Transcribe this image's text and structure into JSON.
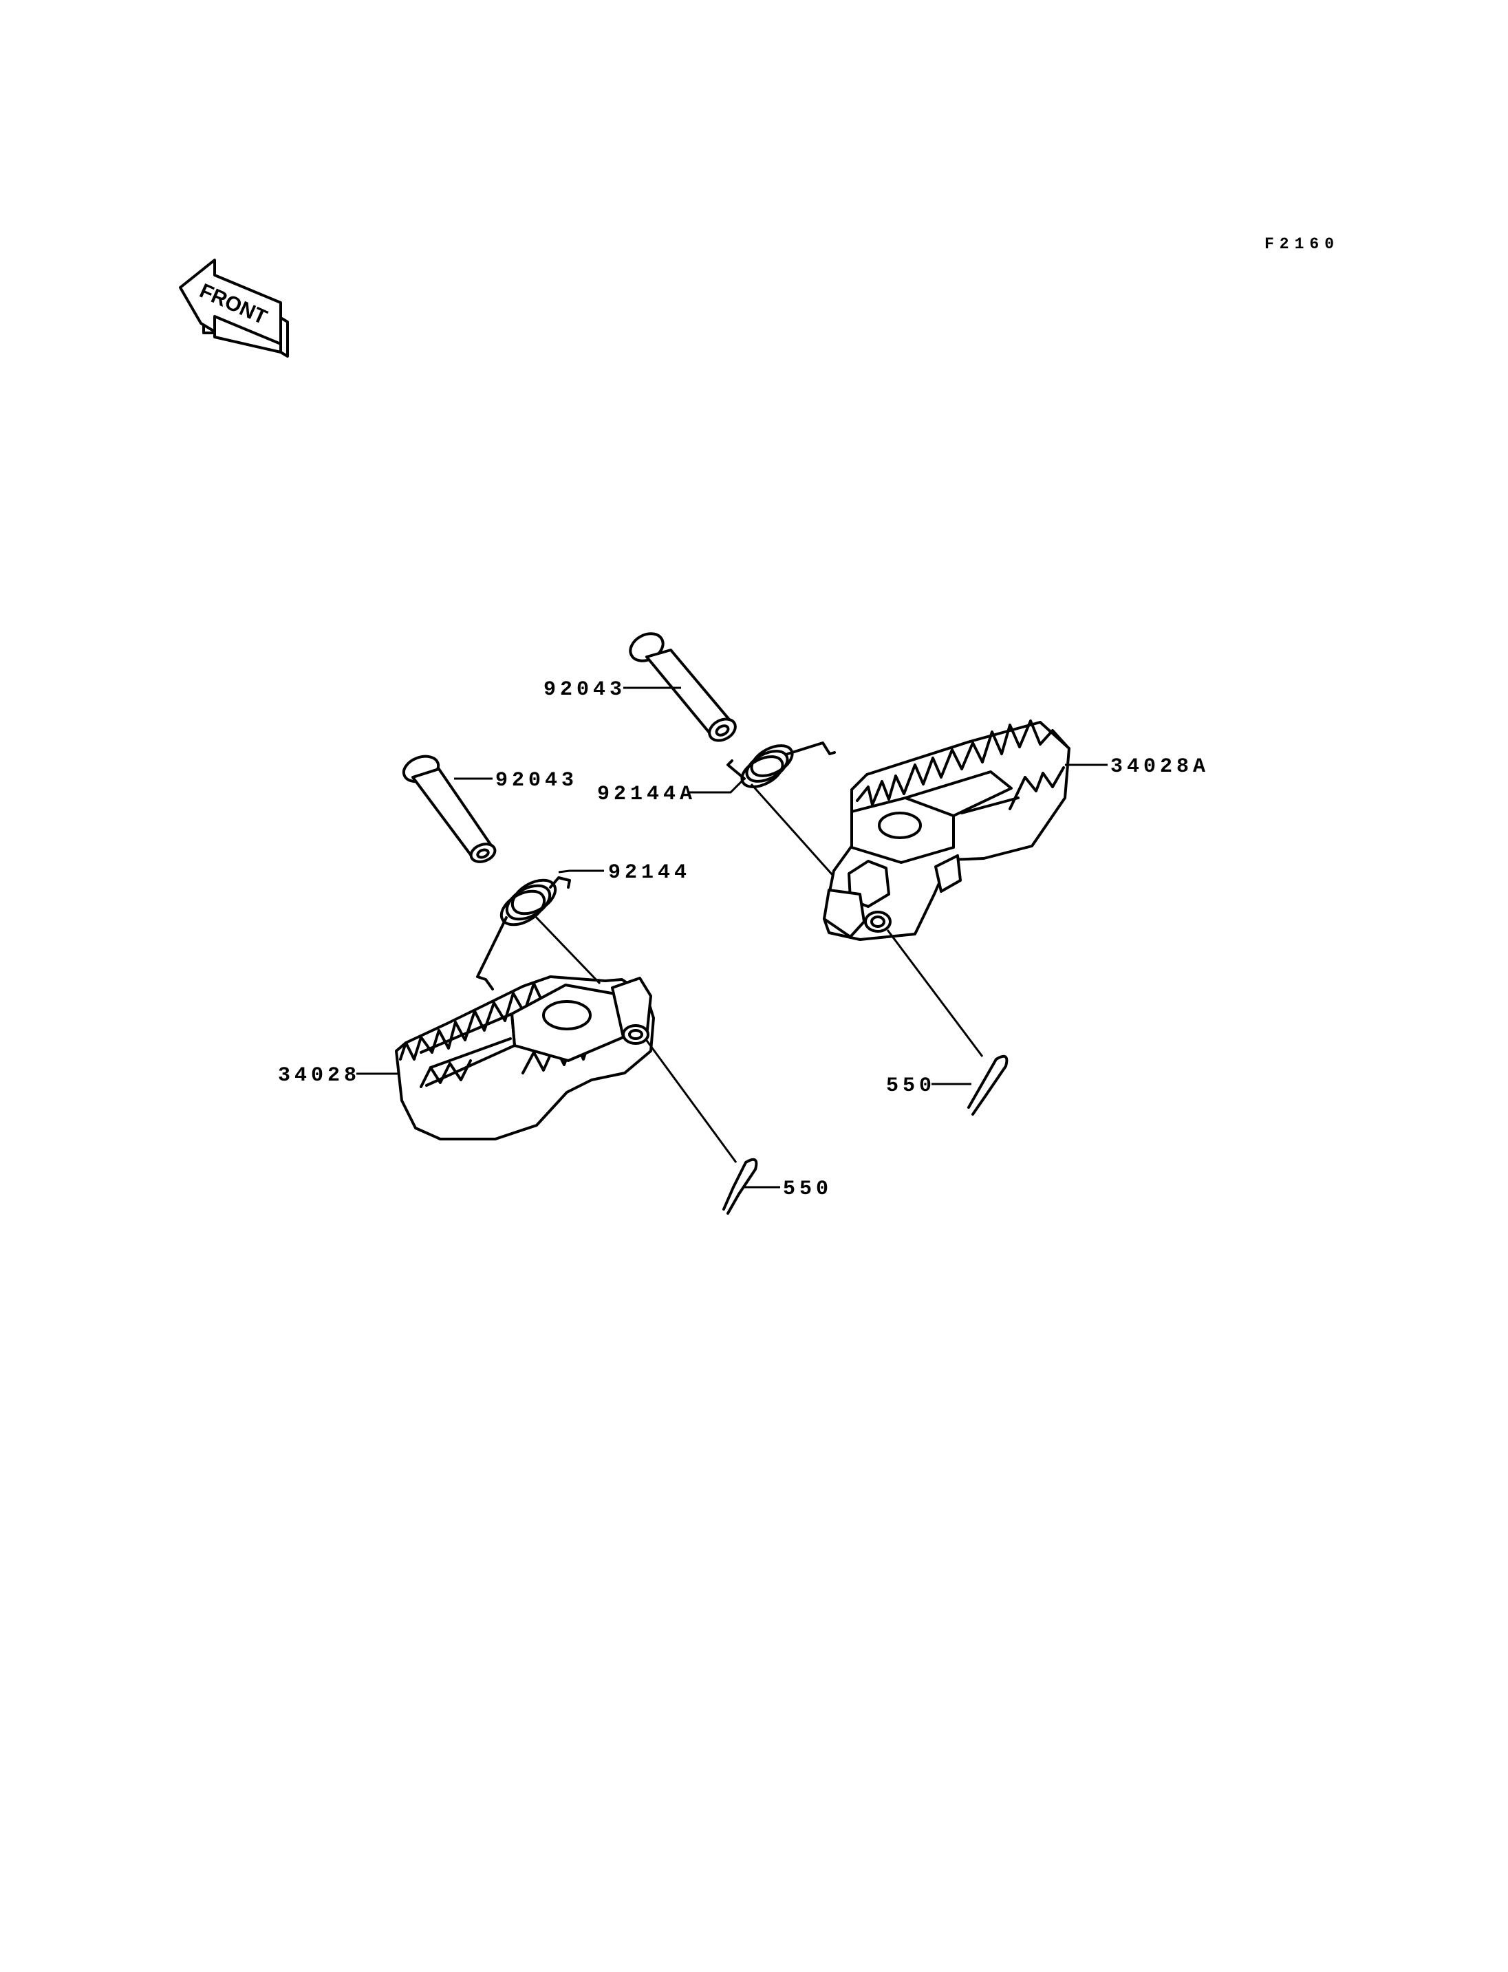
{
  "diagram": {
    "code": "F2160",
    "front_label": "FRONT",
    "callouts": {
      "pin_upper": "92043",
      "pin_lower": "92043",
      "spring_right": "92144A",
      "spring_left": "92144",
      "footpeg_right": "34028A",
      "footpeg_left": "34028",
      "cotter_right": "550",
      "cotter_left": "550"
    }
  }
}
